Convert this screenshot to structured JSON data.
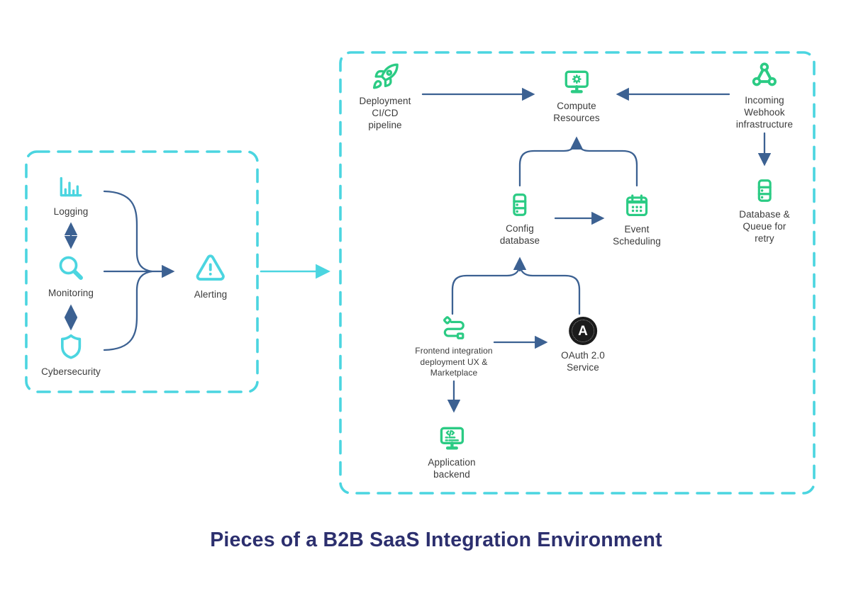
{
  "title": "Pieces of a B2B SaaS Integration Environment",
  "colors": {
    "teal_accent": "#4BD5E0",
    "green_accent": "#2BCB84",
    "connector_blue": "#3C6192",
    "title_navy": "#2c2f6e",
    "label_gray": "#3b3b3b",
    "oauth_black": "#1b1b1b"
  },
  "left_group": {
    "logging": {
      "label": "Logging",
      "icon": "bar-chart-icon"
    },
    "monitoring": {
      "label": "Monitoring",
      "icon": "magnifier-icon"
    },
    "cybersecurity": {
      "label": "Cybersecurity",
      "icon": "shield-icon"
    },
    "alerting": {
      "label": "Alerting",
      "icon": "warning-triangle-icon"
    }
  },
  "right_group": {
    "deployment": {
      "label": "Deployment\nCI/CD\npipeline",
      "icon": "rocket-icon"
    },
    "compute": {
      "label": "Compute\nResources",
      "icon": "monitor-gear-icon"
    },
    "webhook": {
      "label": "Incoming\nWebhook\ninfrastructure",
      "icon": "webhook-icon"
    },
    "retry_db": {
      "label": "Database &\nQueue for\nretry",
      "icon": "database-icon"
    },
    "config_db": {
      "label": "Config\ndatabase",
      "icon": "database-icon"
    },
    "event": {
      "label": "Event\nScheduling",
      "icon": "calendar-icon"
    },
    "frontend": {
      "label": "Frontend integration\ndeployment UX &\nMarketplace",
      "icon": "route-icon"
    },
    "oauth": {
      "label": "OAuth 2.0\nService",
      "icon_letter": "A",
      "icon": "oauth-logo-icon"
    },
    "backend": {
      "label": "Application\nbackend",
      "icon": "monitor-code-icon"
    }
  }
}
